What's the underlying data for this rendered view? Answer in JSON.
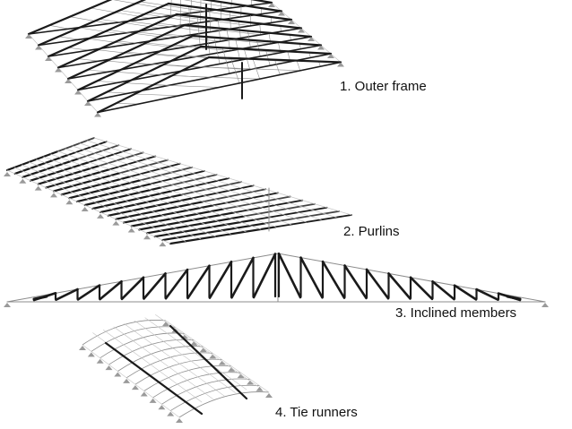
{
  "labels": {
    "outer_frame": "1. Outer frame",
    "purlins": "2. Purlins",
    "inclined_members": "3. Inclined members",
    "tie_runners": "4. Tie runners"
  },
  "colors": {
    "member": "#1a1a1a",
    "web": "#8c8c8c",
    "light": "#c4c4c4",
    "support": "#9a9a9a"
  }
}
